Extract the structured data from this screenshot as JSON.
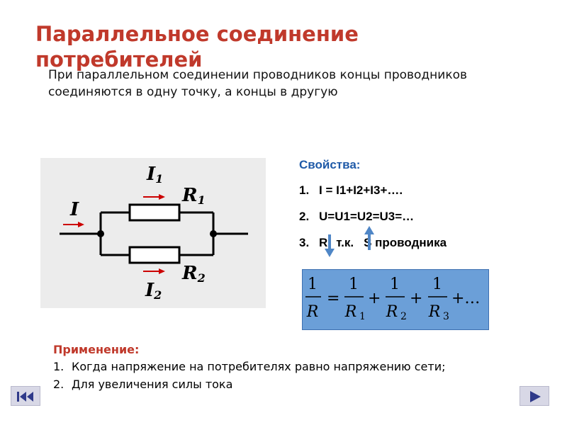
{
  "slide": {
    "title": "Параллельное соединение потребителей",
    "intro": "При параллельном соединении проводников концы проводников соединяются в одну точку, а концы в другую"
  },
  "circuit": {
    "labels": {
      "I": "I",
      "I1": "I",
      "I1_sub": "1",
      "R1": "R",
      "R1_sub": "1",
      "R2": "R",
      "R2_sub": "2",
      "I2": "I",
      "I2_sub": "2"
    },
    "colors": {
      "arrow": "#cc0000",
      "wire": "#000000",
      "background": "#ececec"
    }
  },
  "properties": {
    "title": "Свойства:",
    "items": [
      {
        "num": "1.",
        "text": "I = I1+I2+I3+…."
      },
      {
        "num": "2.",
        "text": "U=U1=U2=U3=…"
      },
      {
        "num": "3.",
        "text_a": "R",
        "text_b": "т.к.",
        "text_c": "S проводника"
      }
    ],
    "arrow_icons": [
      "arrow-down-icon",
      "arrow-up-icon"
    ]
  },
  "formula": {
    "lhs_num": "1",
    "lhs_den": "R",
    "eq": "=",
    "terms": [
      {
        "num": "1",
        "den": "R",
        "sub": "1"
      },
      {
        "num": "1",
        "den": "R",
        "sub": "2"
      },
      {
        "num": "1",
        "den": "R",
        "sub": "3"
      }
    ],
    "plus": "+",
    "tail": "+…"
  },
  "application": {
    "title": "Применение:",
    "items": [
      {
        "num": "1.",
        "text": "Когда напряжение на потребителях равно напряжению сети;"
      },
      {
        "num": "2.",
        "text": "Для увеличения силы тока"
      }
    ]
  },
  "nav": {
    "prev_icon": "first-slide-icon",
    "next_icon": "next-slide-icon"
  }
}
